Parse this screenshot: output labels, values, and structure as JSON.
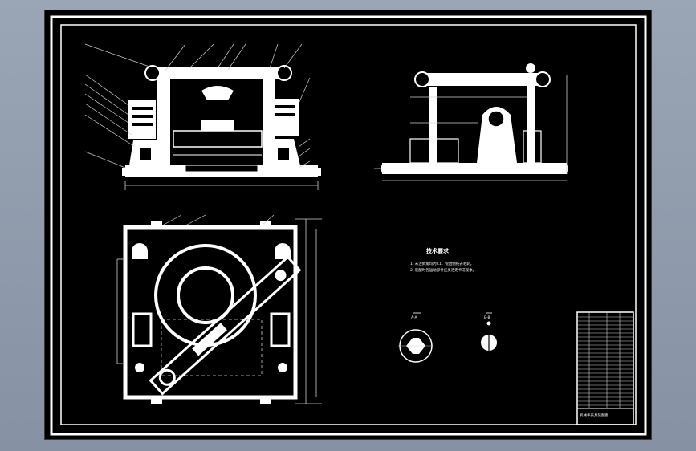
{
  "notes": {
    "title": "技术要求",
    "lines": [
      "1. 未注倒角均为C1，锐边倒钝去毛刺。",
      "2. 装配时各运动部件应灵活无卡滞现象。"
    ]
  },
  "section_labels": {
    "left_mark": "A-A",
    "right_mark": "B-B"
  },
  "title_block": {
    "caption": "机械手夹具装配图"
  },
  "colors": {
    "background": "#000000",
    "lines": "#ffffff",
    "frame_outside": "#8c97a8"
  }
}
